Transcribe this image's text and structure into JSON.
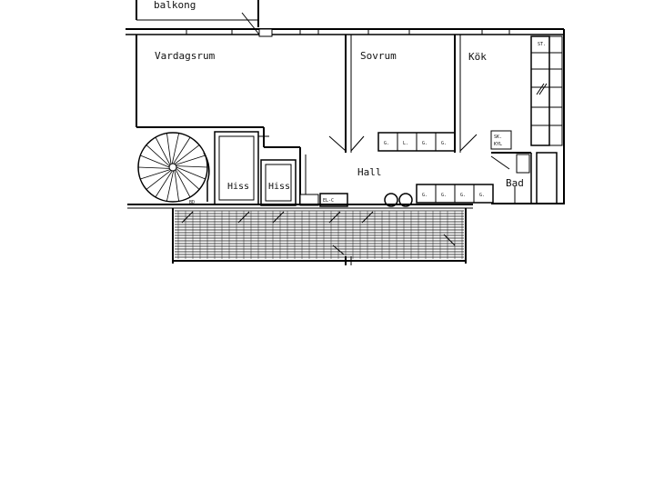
{
  "rooms": {
    "balcony": "balkong",
    "living": "Vardagsrum",
    "bedroom": "Sovrum",
    "kitchen": "Kök",
    "hall": "Hall",
    "bath": "Bad",
    "lift1": "Hiss",
    "lift2": "Hiss"
  },
  "marks": {
    "wardrobe_top": [
      "G.",
      "L.",
      "G.",
      "G."
    ],
    "wardrobe_bottom": [
      "G.",
      "G.",
      "G.",
      "G."
    ],
    "st": "ST.",
    "sk": "SK.",
    "kyl": "KYL",
    "elc": "EL-C",
    "bd": "BD"
  }
}
